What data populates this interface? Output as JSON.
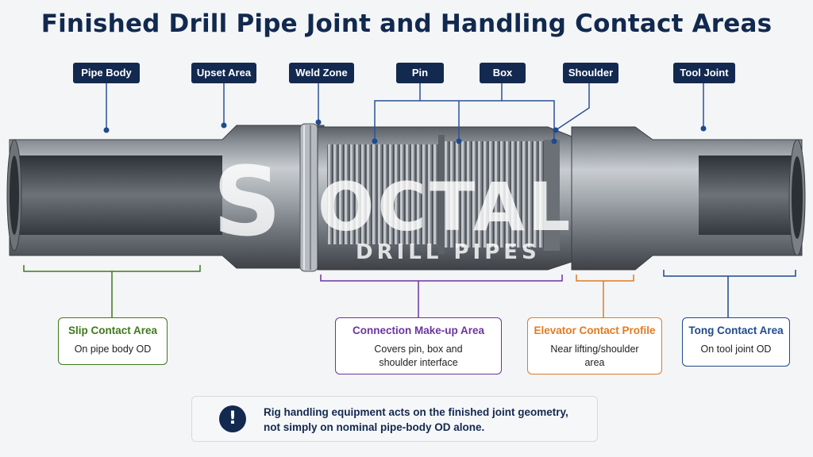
{
  "title": "Finished Drill Pipe Joint and Handling Contact Areas",
  "watermark": {
    "main": "OCTAL",
    "sub": "DRILL PIPES",
    "monogram": "S"
  },
  "labels": {
    "pipe_body": "Pipe Body",
    "upset_area": "Upset Area",
    "weld_zone": "Weld Zone",
    "pin": "Pin",
    "box": "Box",
    "shoulder": "Shoulder",
    "tool_joint": "Tool Joint"
  },
  "contact_areas": {
    "slip": {
      "title": "Slip Contact Area",
      "desc": "On pipe body OD",
      "color": "#3f7a1c"
    },
    "connection": {
      "title": "Connection Make-up Area",
      "desc_line1": "Covers pin, box and",
      "desc_line2": "shoulder interface",
      "color": "#6b35a0"
    },
    "elevator": {
      "title": "Elevator Contact Profile",
      "desc_line1": "Near lifting/shoulder",
      "desc_line2": "area",
      "color": "#e27b22"
    },
    "tong": {
      "title": "Tong Contact Area",
      "desc": "On tool joint OD",
      "color": "#1f4a8c"
    }
  },
  "note": {
    "icon": "exclamation-icon",
    "line1": "Rig handling equipment acts on the finished joint geometry,",
    "line2": "not simply on nominal pipe-body OD alone."
  },
  "colors": {
    "navy": "#13294f",
    "line_blue": "#2a5298",
    "steel": "#8a8f96"
  }
}
